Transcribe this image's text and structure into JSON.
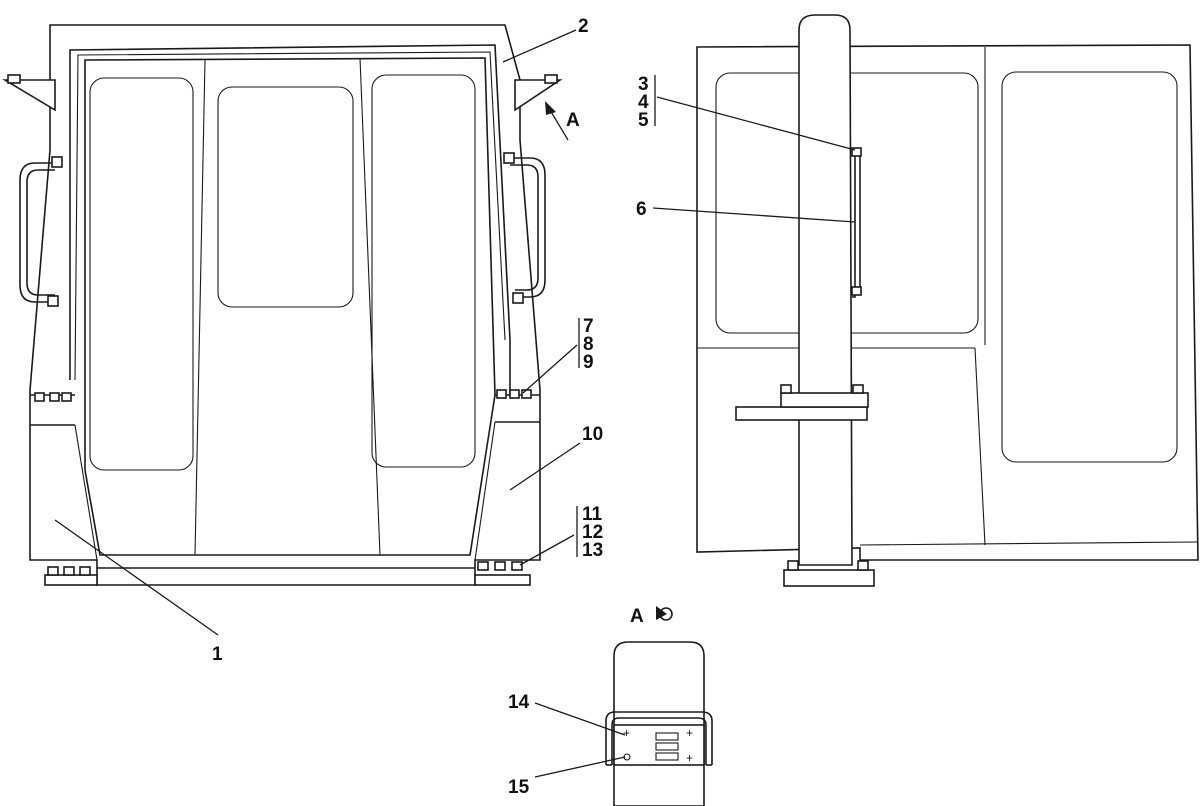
{
  "callouts": {
    "c1": "1",
    "c2": "2",
    "c3": "3",
    "c4": "4",
    "c5": "5",
    "c6": "6",
    "c7": "7",
    "c8": "8",
    "c9": "9",
    "c10": "10",
    "c11": "11",
    "c12": "12",
    "c13": "13",
    "c14": "14",
    "c15": "15"
  },
  "view_marks": {
    "arrow_label": "A",
    "detail_label": "A"
  }
}
